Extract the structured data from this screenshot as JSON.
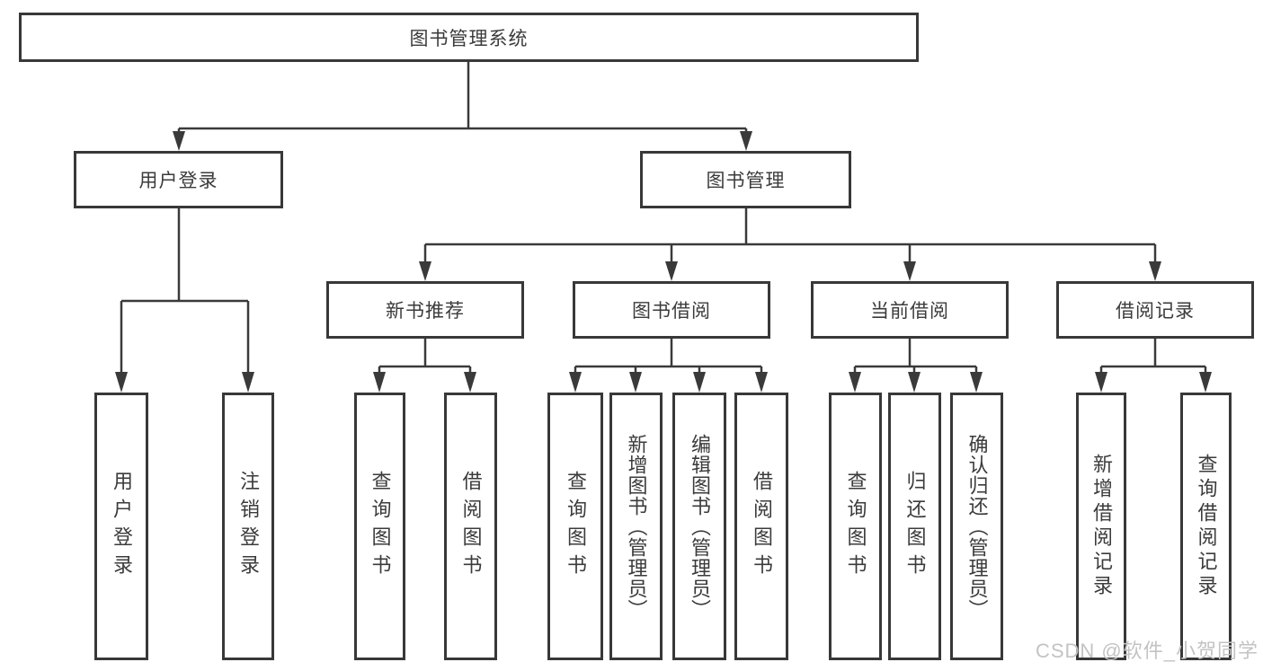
{
  "diagram": {
    "root": {
      "label": "图书管理系统"
    },
    "branches": [
      {
        "label": "用户登录",
        "leaves": [
          {
            "label": "用户登录"
          },
          {
            "label": "注销登录"
          }
        ]
      },
      {
        "label": "图书管理",
        "sections": [
          {
            "label": "新书推荐",
            "leaves": [
              {
                "label": "查询图书"
              },
              {
                "label": "借阅图书"
              }
            ]
          },
          {
            "label": "图书借阅",
            "leaves": [
              {
                "label": "查询图书"
              },
              {
                "label": "新增图书（管理员）"
              },
              {
                "label": "编辑图书（管理员）"
              },
              {
                "label": "借阅图书"
              }
            ]
          },
          {
            "label": "当前借阅",
            "leaves": [
              {
                "label": "查询图书"
              },
              {
                "label": "归还图书"
              },
              {
                "label": "确认归还（管理员）"
              }
            ]
          },
          {
            "label": "借阅记录",
            "leaves": [
              {
                "label": "新增借阅记录"
              },
              {
                "label": "查询借阅记录"
              }
            ]
          }
        ]
      }
    ]
  },
  "watermark": "CSDN @软件_小贺同学",
  "colors": {
    "line": "#3a3a3a",
    "box_border": "#383838",
    "box_fill": "#ffffff",
    "label_text": "#3b3b3b",
    "watermark_text": "#c3c3c3",
    "background": "#ffffff"
  }
}
